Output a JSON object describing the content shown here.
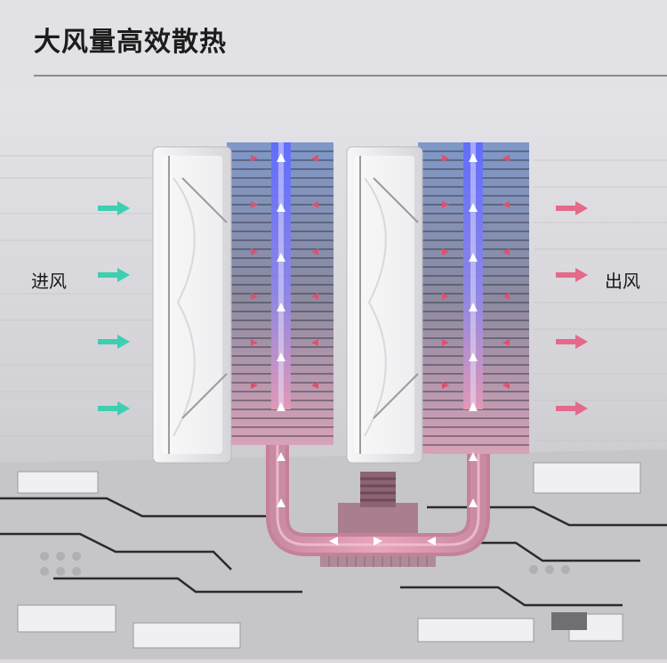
{
  "title": "大风量高效散热",
  "labels": {
    "intake": "进风",
    "exhaust": "出风"
  },
  "colors": {
    "intake_arrow": "#3dcfb0",
    "exhaust_arrow": "#e46a8a",
    "heatpipe_top": "#6a78ff",
    "heatpipe_bottom": "#d48bb0",
    "fin_stack": "#5d6b80",
    "fan_frame": "#f2f2f4",
    "board": "#c9c9cc"
  },
  "icons": {
    "intake": "arrow-right-icon",
    "exhaust": "arrow-right-icon",
    "flow": "arrow-up-icon"
  }
}
